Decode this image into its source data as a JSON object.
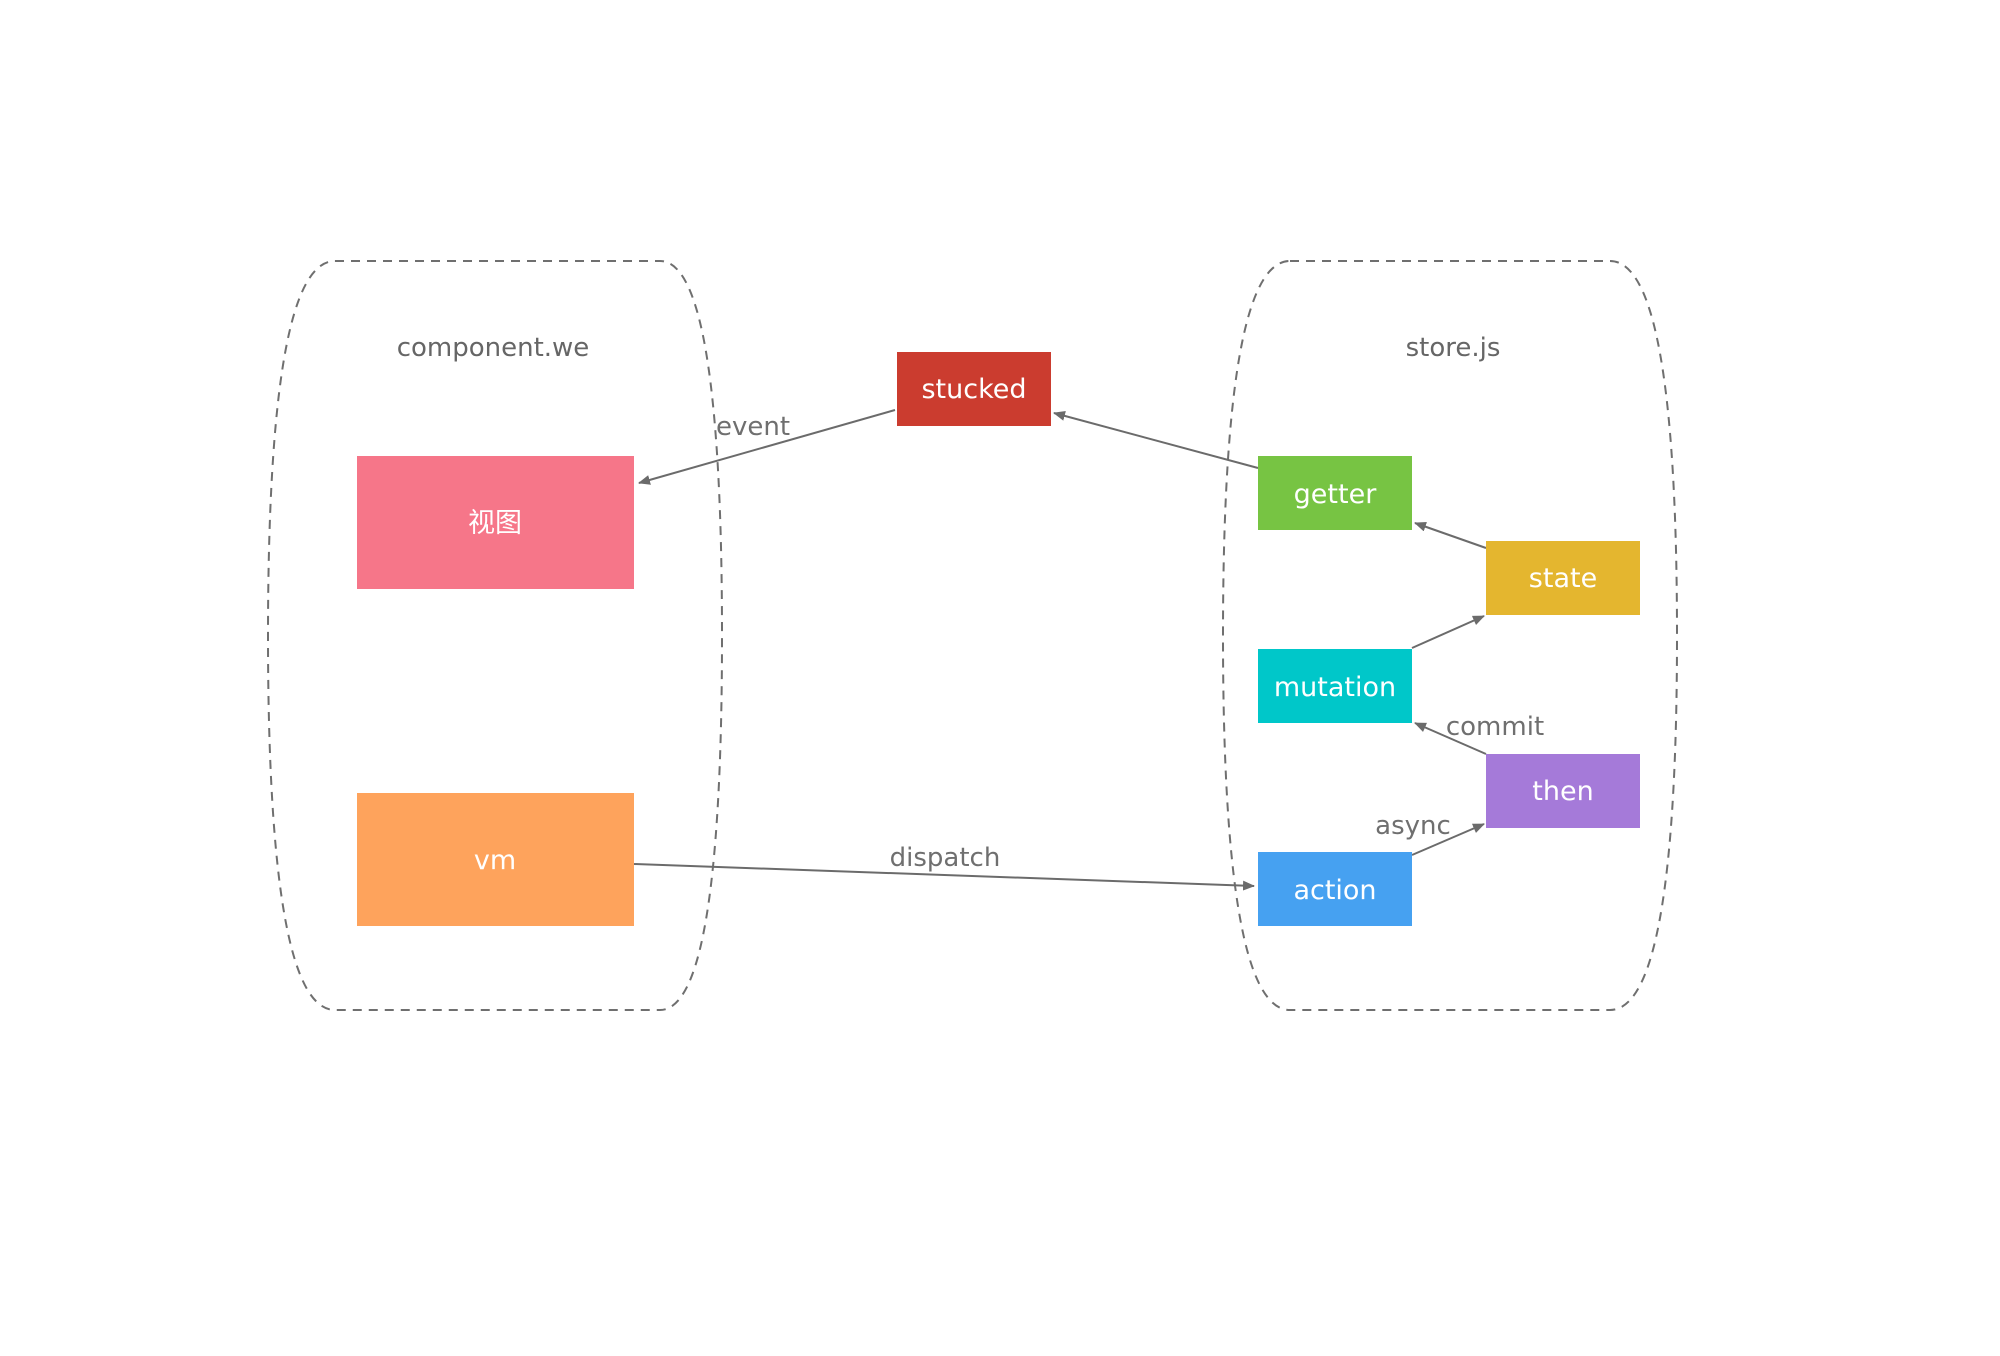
{
  "groups": {
    "component": {
      "title": "component.we"
    },
    "store": {
      "title": "store.js"
    }
  },
  "nodes": {
    "view": {
      "label": "视图",
      "color": "#f67689"
    },
    "vm": {
      "label": "vm",
      "color": "#fea35c"
    },
    "stucked": {
      "label": "stucked",
      "color": "#cb3c2f"
    },
    "getter": {
      "label": "getter",
      "color": "#77c443"
    },
    "state": {
      "label": "state",
      "color": "#e4b62f"
    },
    "mutation": {
      "label": "mutation",
      "color": "#00c7c9"
    },
    "then": {
      "label": "then",
      "color": "#a57ad9"
    },
    "action": {
      "label": "action",
      "color": "#46a1f1"
    }
  },
  "edges": {
    "event": {
      "label": "event"
    },
    "dispatch": {
      "label": "dispatch"
    },
    "commit": {
      "label": "commit"
    },
    "async": {
      "label": "async"
    }
  },
  "colors": {
    "line": "#6b6b6b",
    "text": "#666666"
  }
}
